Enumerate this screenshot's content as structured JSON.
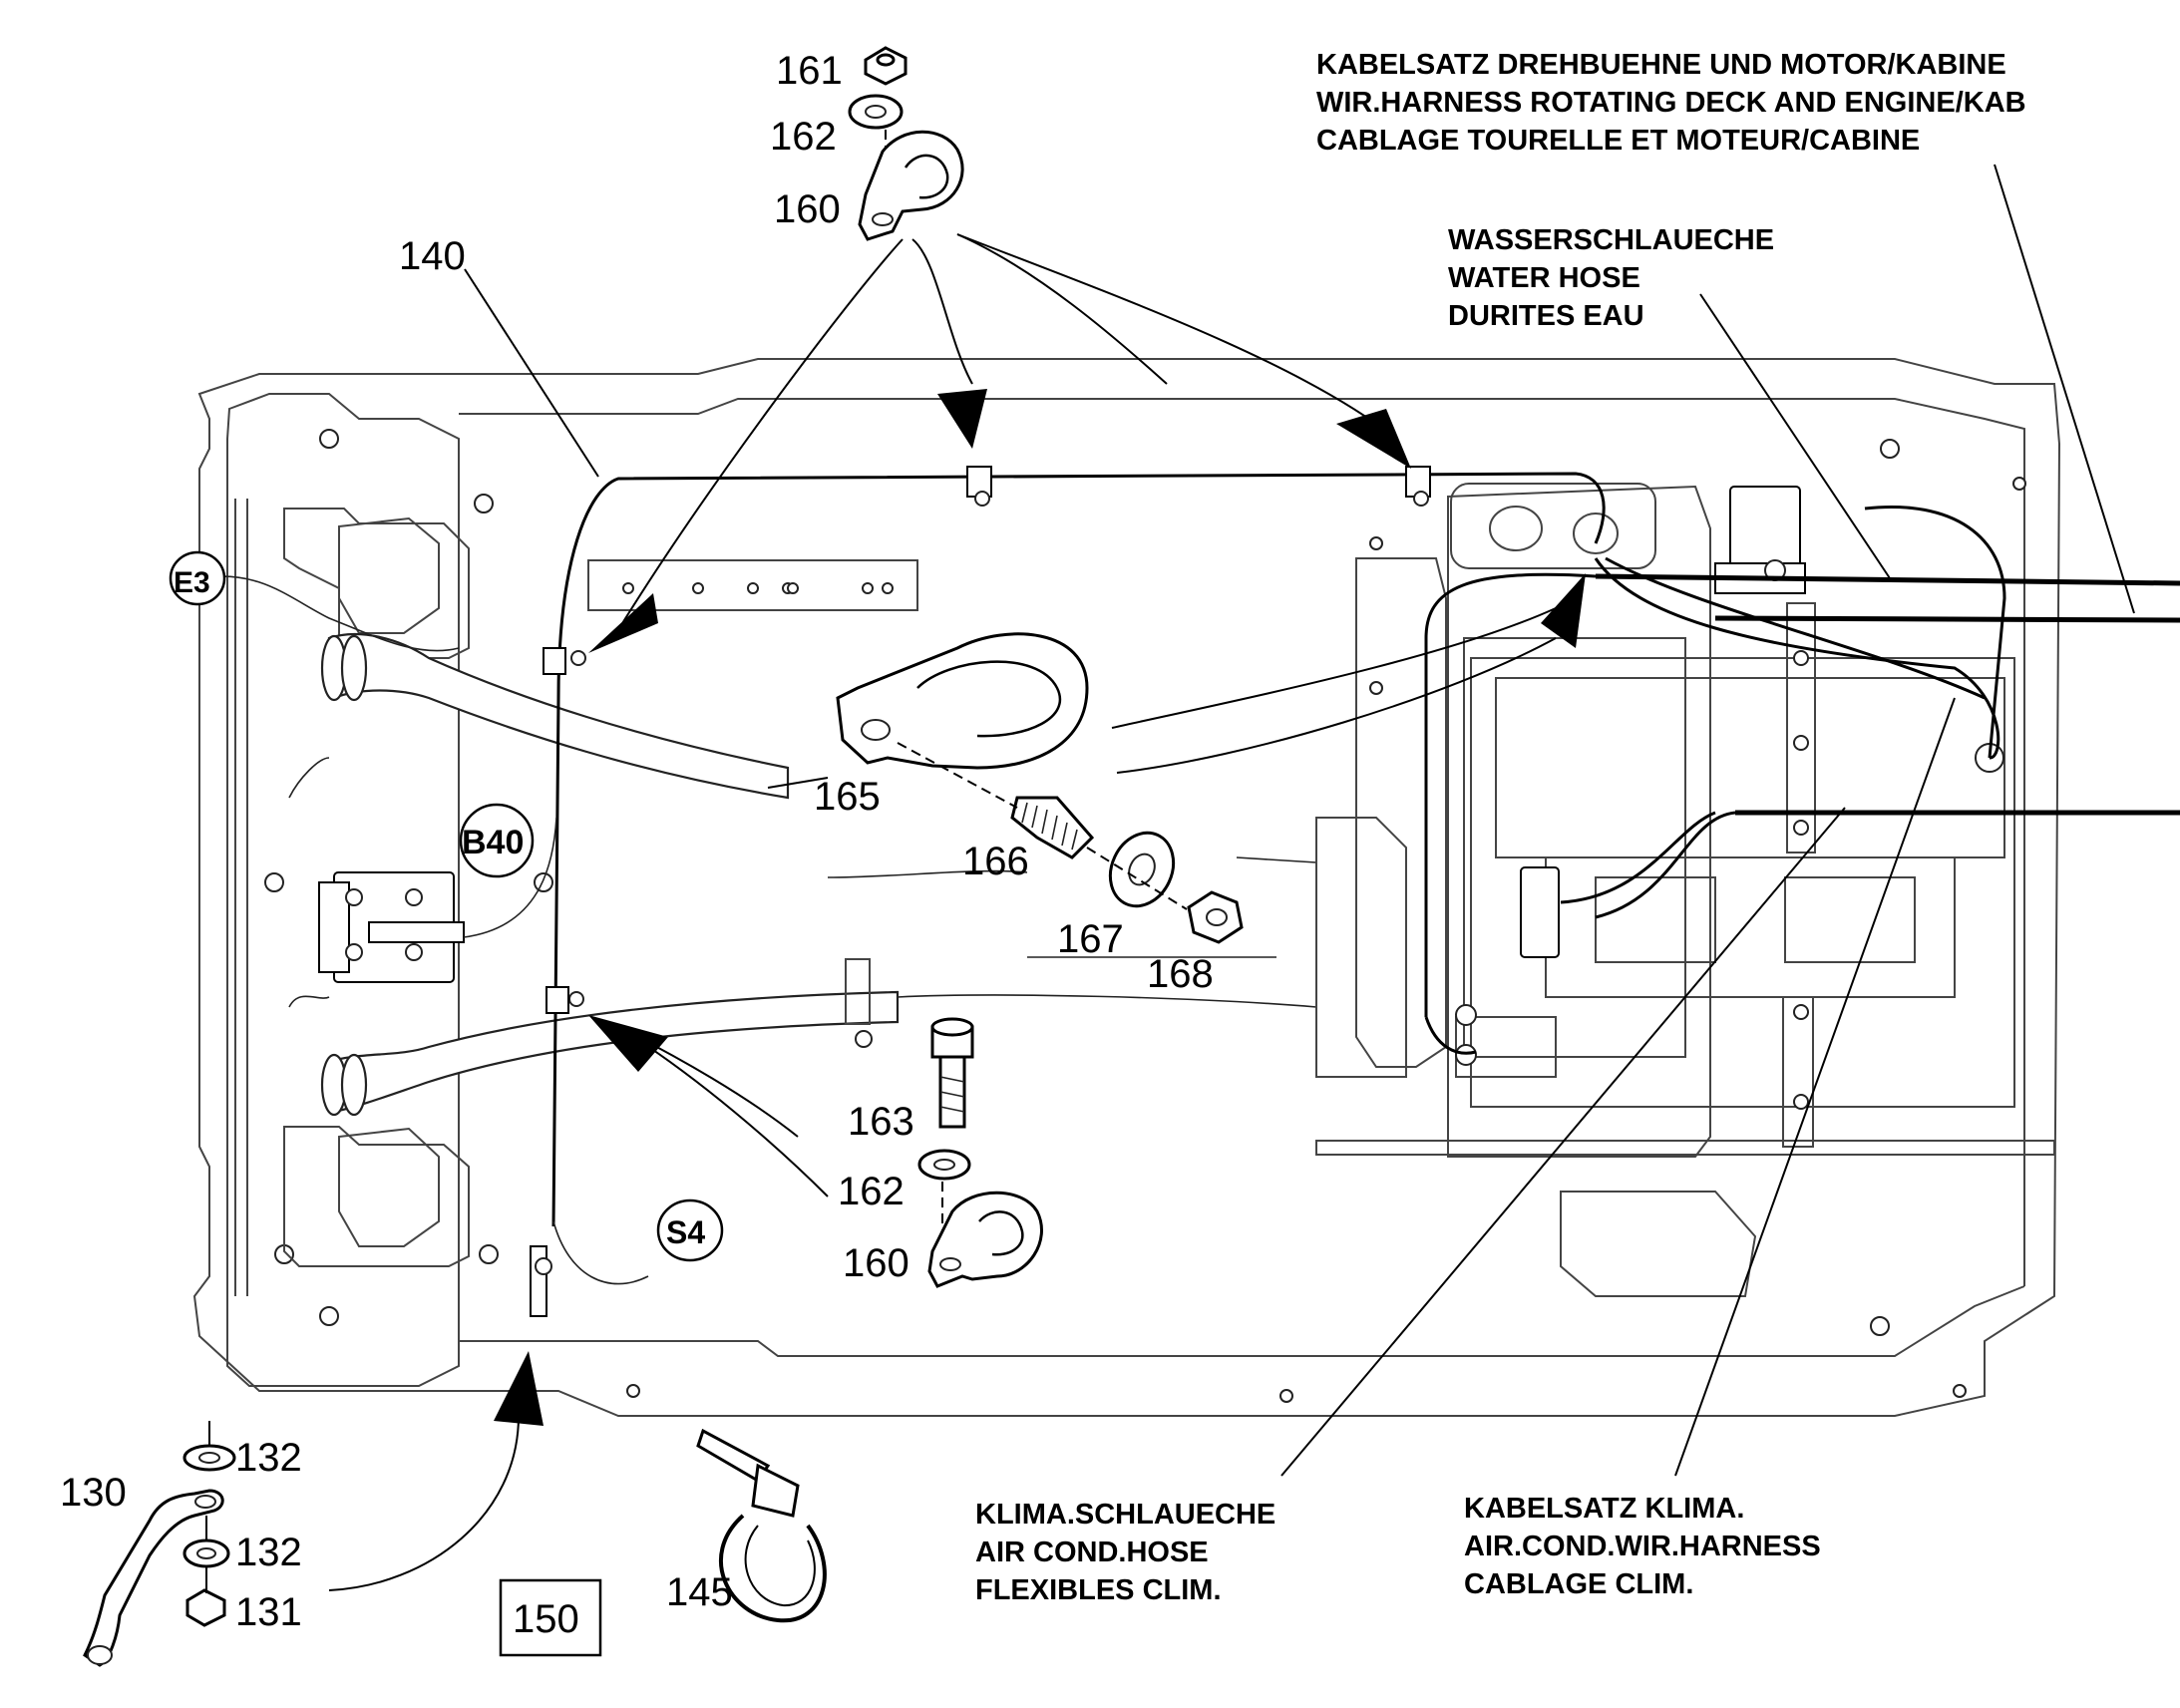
{
  "callouts": {
    "p161": "161",
    "p162a": "162",
    "p160a": "160",
    "p140": "140",
    "p165": "165",
    "p166": "166",
    "p167": "167",
    "p168": "168",
    "p163": "163",
    "p162b": "162",
    "p160b": "160",
    "p132a": "132",
    "p130": "130",
    "p132b": "132",
    "p131": "131",
    "p145": "145",
    "p150": "150"
  },
  "component_tags": {
    "e3": "E3",
    "b40": "B40",
    "s4": "S4"
  },
  "captions": {
    "harness_deck": [
      "KABELSATZ DREHBUEHNE UND MOTOR/KABINE",
      "WIR.HARNESS ROTATING DECK AND ENGINE/KAB",
      "CABLAGE TOURELLE ET MOTEUR/CABINE"
    ],
    "water_hose": [
      "WASSERSCHLAUECHE",
      "WATER HOSE",
      "DURITES EAU"
    ],
    "aircond_hose": [
      "KLIMA.SCHLAUECHE",
      "AIR COND.HOSE",
      "FLEXIBLES CLIM."
    ],
    "aircond_harness": [
      "KABELSATZ KLIMA.",
      "AIR.COND.WIR.HARNESS",
      "CABLAGE CLIM."
    ]
  }
}
